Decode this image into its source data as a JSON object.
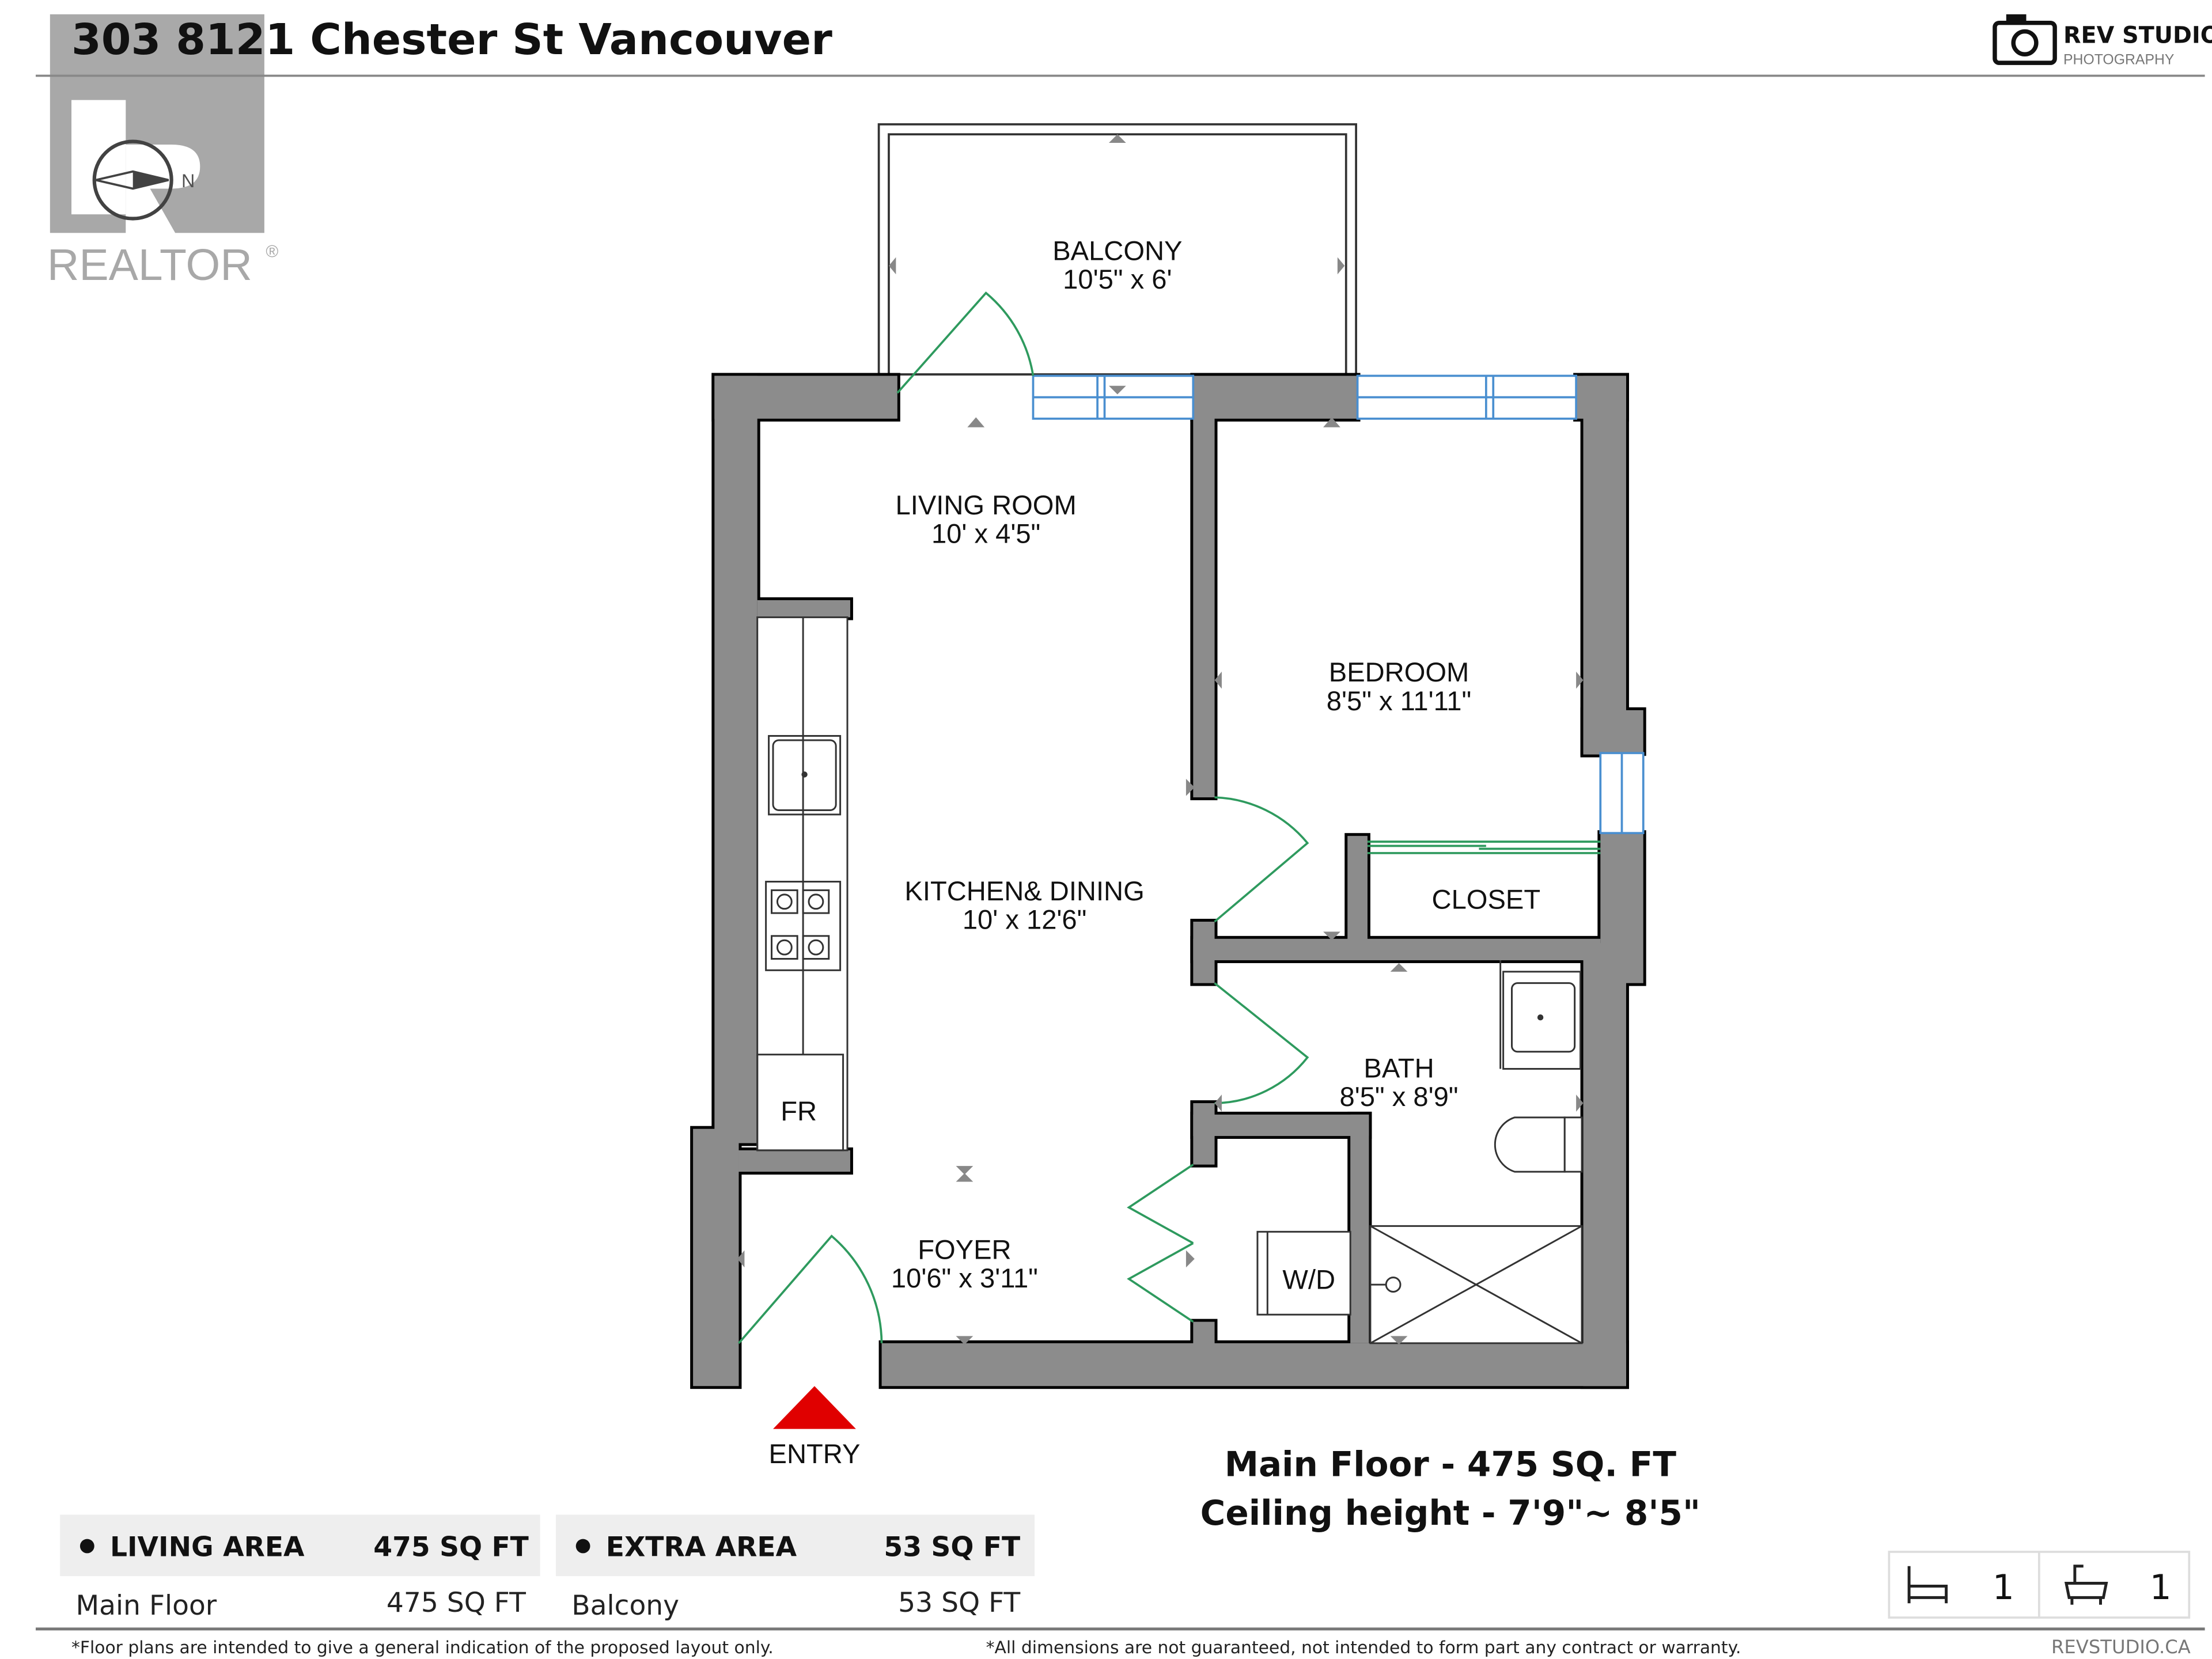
{
  "header": {
    "title": "303 8121 Chester St Vancouver"
  },
  "logos": {
    "realtor": "REALTOR",
    "brand": "REV STUDIO",
    "brand_sub": "PHOTOGRAPHY",
    "compass_label": "N"
  },
  "rooms": {
    "balcony": {
      "name": "BALCONY",
      "size": "10'5\" x 6'"
    },
    "living": {
      "name": "LIVING ROOM",
      "size": "10' x 4'5\""
    },
    "bedroom": {
      "name": "BEDROOM",
      "size": "8'5\" x 11'11\""
    },
    "kitchen": {
      "name": "KITCHEN& DINING",
      "size": "10' x 12'6\""
    },
    "closet": {
      "name": "CLOSET"
    },
    "bath": {
      "name": "BATH",
      "size": "8'5\" x 8'9\""
    },
    "foyer": {
      "name": "FOYER",
      "size": "10'6\" x 3'11\""
    },
    "fridge": "FR",
    "washer_dryer": "W/D",
    "entry": "ENTRY"
  },
  "summary": {
    "line1": "Main Floor - 475 SQ. FT",
    "line2": "Ceiling height - 7'9\"~ 8'5\""
  },
  "areas": [
    {
      "label": "LIVING AREA",
      "total": "475 SQ FT",
      "rows": [
        {
          "name": "Main Floor",
          "value": "475 SQ FT"
        }
      ]
    },
    {
      "label": "EXTRA AREA",
      "total": "53 SQ FT",
      "rows": [
        {
          "name": "Balcony",
          "value": "53 SQ FT"
        }
      ]
    }
  ],
  "counts": {
    "bedrooms": "1",
    "bathrooms": "1"
  },
  "footer": {
    "note_left": "*Floor plans are intended to give a general indication of the proposed layout only.",
    "note_mid": "*All dimensions are not guaranteed, not intended to form part any contract or warranty.",
    "site": "REVSTUDIO.CA"
  },
  "colors": {
    "wall": "#8c8c8c",
    "door": "#2e9a5e",
    "window": "#4a8fd0",
    "entry_arrow": "#e00000",
    "panel": "#eeeeee"
  }
}
